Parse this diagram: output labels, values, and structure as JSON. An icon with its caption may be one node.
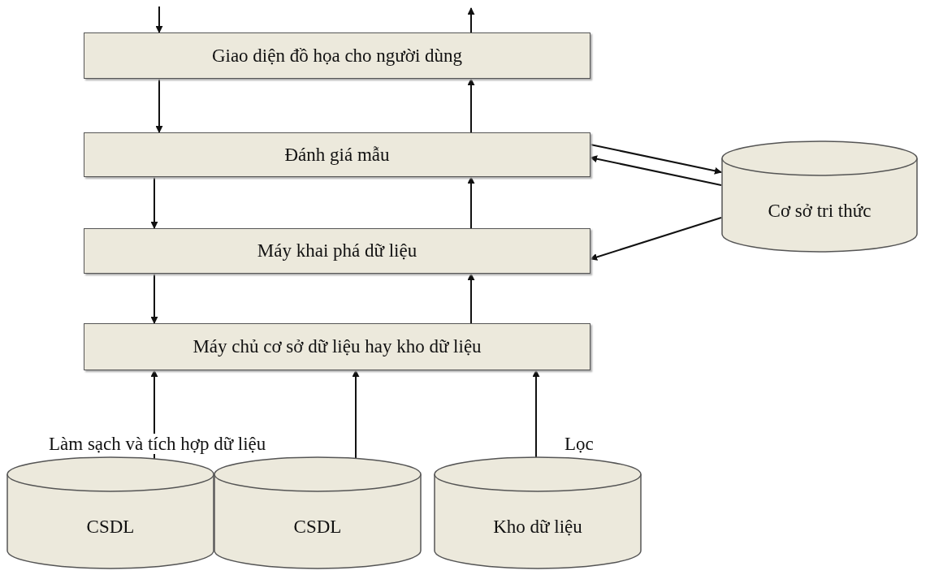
{
  "diagram": {
    "nodes": [
      {
        "text": [
          "Giao diện đồ họa cho người dùng"
        ]
      },
      {
        "text": [
          "Đánh giá mẫu"
        ]
      },
      {
        "text": [
          "Máy khai phá dữ liệu"
        ]
      },
      {
        "text": [
          "Máy chủ cơ sở dữ liệu hay kho dữ liệu"
        ]
      },
      {
        "text": [
          "Cơ sở tri thức"
        ]
      },
      {
        "text": [
          "CSDL"
        ]
      },
      {
        "text": [
          "CSDL"
        ]
      },
      {
        "text": [
          "Kho dữ liệu"
        ]
      }
    ],
    "edges": [
      {
        "from": null,
        "to": 0,
        "arrow": "to"
      },
      {
        "from": 0,
        "to": null,
        "arrow": "to"
      },
      {
        "from": 0,
        "to": 1,
        "arrow": "to"
      },
      {
        "from": 1,
        "to": 0,
        "arrow": "to"
      },
      {
        "from": 1,
        "to": 2,
        "arrow": "to"
      },
      {
        "from": 2,
        "to": 1,
        "arrow": "to"
      },
      {
        "from": 2,
        "to": 3,
        "arrow": "to"
      },
      {
        "from": 3,
        "to": 2,
        "arrow": "to"
      },
      {
        "from": 1,
        "to": 4,
        "arrow": "to"
      },
      {
        "from": 4,
        "to": 1,
        "arrow": "to"
      },
      {
        "from": 4,
        "to": 2,
        "arrow": "to"
      },
      {
        "from": 5,
        "to": 3,
        "arrow": "to",
        "label": "Làm sạch và tích hợp dữ liệu"
      },
      {
        "from": 6,
        "to": 3,
        "arrow": "to"
      },
      {
        "from": 7,
        "to": 3,
        "arrow": "to",
        "label": "Lọc"
      }
    ]
  }
}
